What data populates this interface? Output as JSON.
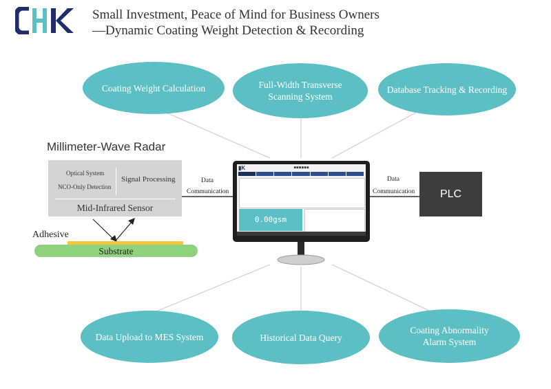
{
  "brand": {
    "logo_text": "CHK",
    "logo_color": "#1f2d6b"
  },
  "header": {
    "line1": "Small Investment, Peace of Mind for Business Owners",
    "line2": "—Dynamic Coating Weight Detection & Recording"
  },
  "top_features": [
    {
      "label": "Coating Weight Calculation"
    },
    {
      "label": "Full-Width Transverse Scanning System"
    },
    {
      "label": "Database Tracking & Recording"
    }
  ],
  "bottom_features": [
    {
      "label": "Data Upload to MES System"
    },
    {
      "label": "Historical Data Query"
    },
    {
      "label": "Coating Abnormality Alarm System"
    }
  ],
  "radar": {
    "title": "Millimeter-Wave Radar",
    "optical_system": "Optical System",
    "nco_detection": "NCO-Only Detection",
    "signal_processing": "Signal Processing",
    "sensor": "Mid-Infrared Sensor"
  },
  "layers": {
    "adhesive": "Adhesive",
    "substrate": "Substrate"
  },
  "comm_left": {
    "line1": "Data",
    "line2": "Communication"
  },
  "comm_right": {
    "line1": "Data",
    "line2": "Communication"
  },
  "plc": {
    "label": "PLC"
  },
  "monitor": {
    "readout": "0.00gsm"
  },
  "colors": {
    "ellipse": "#5bbfc4",
    "plc_box": "#3d3d3d",
    "radar_box": "#d4d4d4",
    "adhesive": "#f3c53a",
    "substrate": "#8fd27e",
    "connector": "#c8c8c8"
  }
}
